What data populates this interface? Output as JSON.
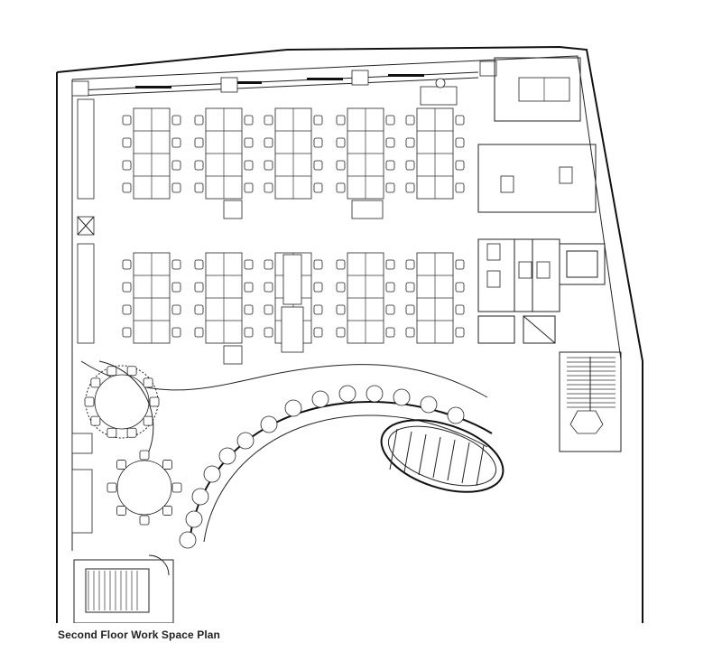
{
  "caption": "Second Floor Work Space Plan",
  "colors": {
    "line": "#111111",
    "background": "#ffffff",
    "caption": "#222222"
  },
  "desk_clusters": [
    {
      "col": 0,
      "row": 0
    },
    {
      "col": 1,
      "row": 0
    },
    {
      "col": 2,
      "row": 0
    },
    {
      "col": 3,
      "row": 0
    },
    {
      "col": 4,
      "row": 0
    },
    {
      "col": 0,
      "row": 1
    },
    {
      "col": 1,
      "row": 1
    },
    {
      "col": 2,
      "row": 1
    },
    {
      "col": 3,
      "row": 1
    },
    {
      "col": 4,
      "row": 1
    }
  ],
  "round_tables": [
    {
      "seats": 10
    },
    {
      "seats": 8
    }
  ]
}
